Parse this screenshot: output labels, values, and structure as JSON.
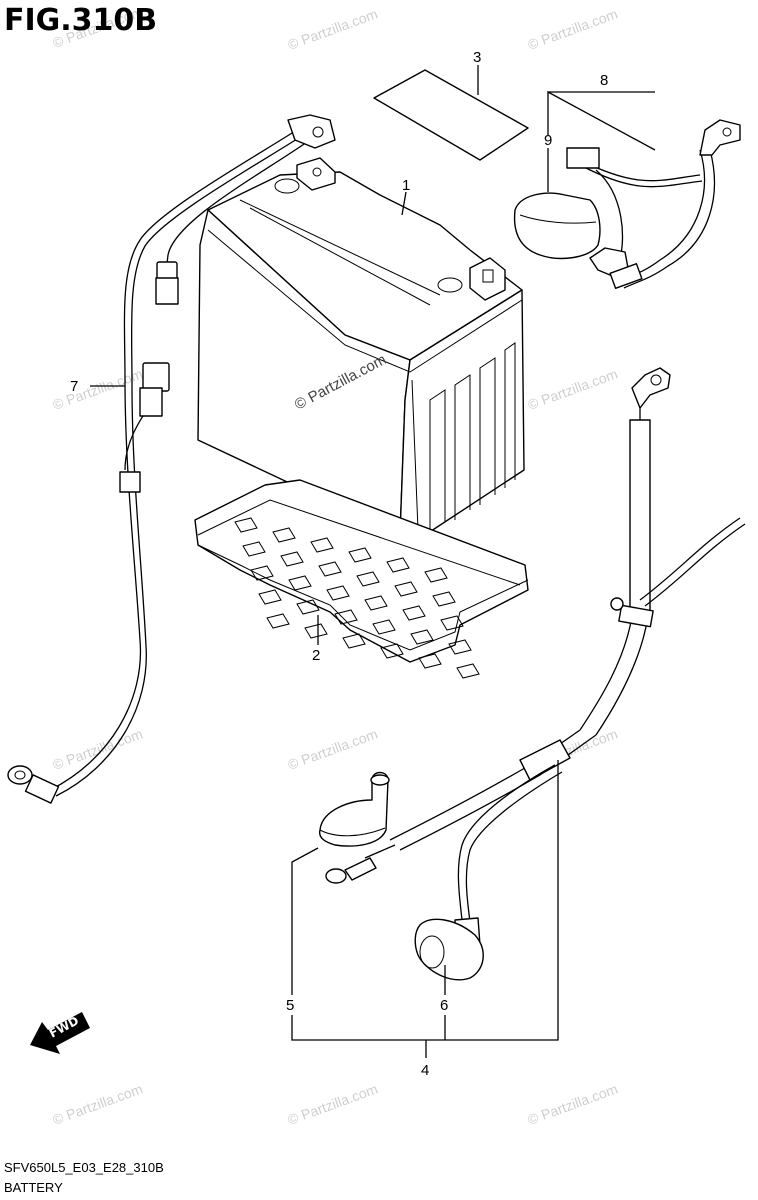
{
  "figure": {
    "title": "FIG.310B",
    "code": "SFV650L5_E03_E28_310B",
    "name": "BATTERY"
  },
  "callouts": [
    {
      "id": "1",
      "label": "1"
    },
    {
      "id": "2",
      "label": "2"
    },
    {
      "id": "3",
      "label": "3"
    },
    {
      "id": "4",
      "label": "4"
    },
    {
      "id": "5",
      "label": "5"
    },
    {
      "id": "6",
      "label": "6"
    },
    {
      "id": "7",
      "label": "7"
    },
    {
      "id": "8",
      "label": "8"
    },
    {
      "id": "9",
      "label": "9"
    }
  ],
  "watermark": {
    "text": "© Partzilla.com",
    "center_text": "© Partzilla.com"
  },
  "fwd_arrow": {
    "label": "FWD",
    "icon": "fwd-arrow-icon"
  },
  "colors": {
    "line": "#000000",
    "watermark": "#cfcfcf",
    "background": "#ffffff"
  }
}
